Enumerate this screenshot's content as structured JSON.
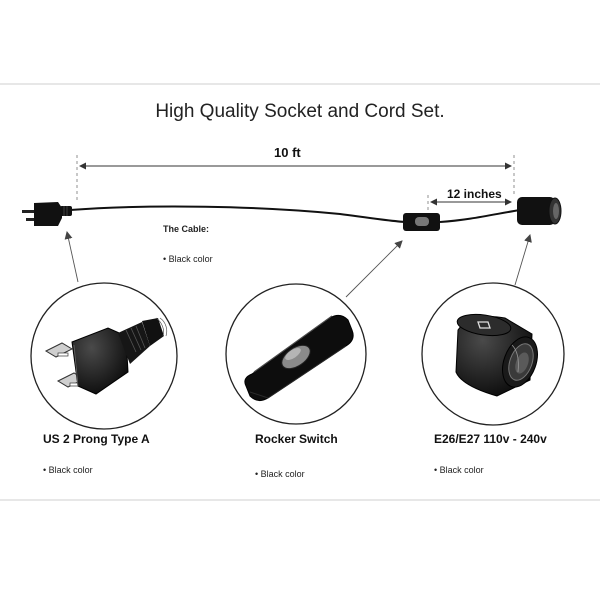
{
  "title": "High Quality Socket and Cord Set.",
  "dimensions": {
    "total_length": "10 ft",
    "socket_lead": "12 inches"
  },
  "cable": {
    "heading": "The Cable:",
    "color": "• Black color"
  },
  "components": [
    {
      "name": "US 2 Prong Type A",
      "color": "• Black color",
      "icon": "us-plug-icon"
    },
    {
      "name": "Rocker Switch",
      "color": "• Black color",
      "icon": "rocker-switch-icon"
    },
    {
      "name": "E26/E27 110v - 240v",
      "color": "• Black color",
      "icon": "lamp-socket-icon"
    }
  ],
  "colors": {
    "line": "#111111",
    "frame": "#cccccc",
    "circle": "#222222"
  }
}
